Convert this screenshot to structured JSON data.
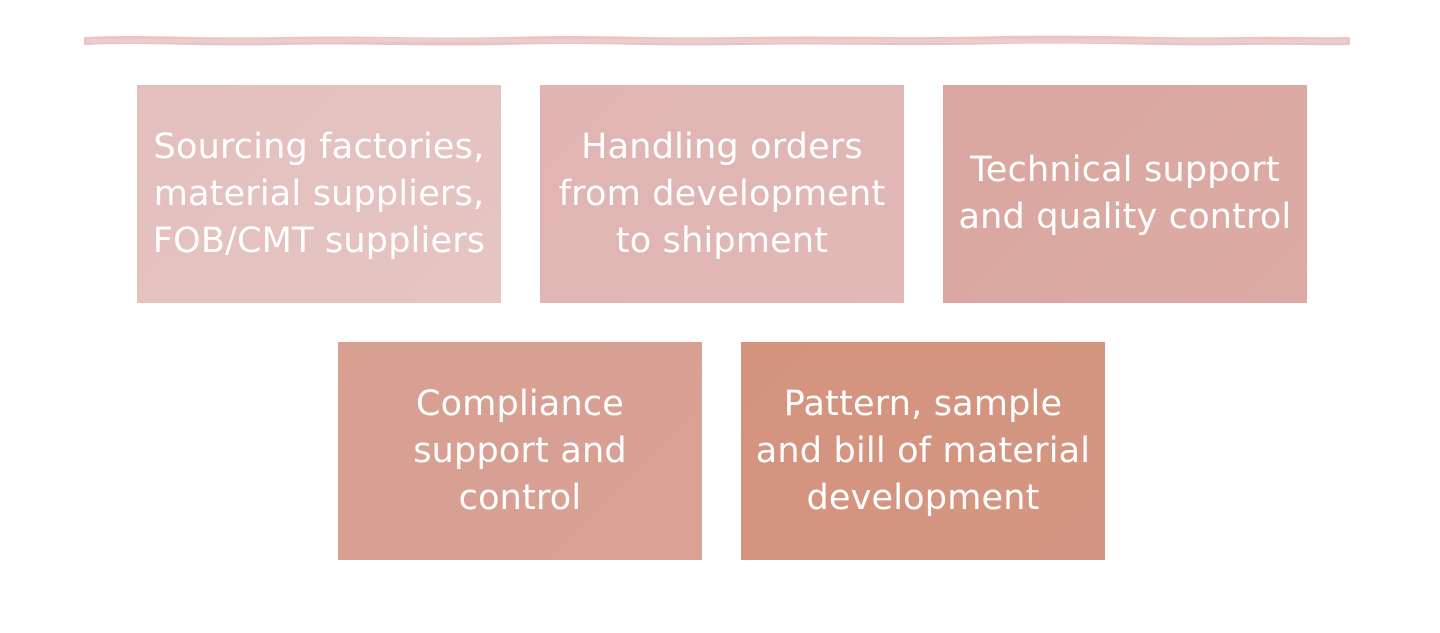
{
  "colors": {
    "line": "#e8c4c4",
    "box_1": "#e4c2bf",
    "box_2": "#e0b7b4",
    "box_3": "#daa9a1",
    "box_4": "#d8a093",
    "box_5": "#d49480",
    "text": "#ffffff"
  },
  "boxes": [
    {
      "label": "Sourcing factories,\nmaterial suppliers,\nFOB/CMT suppliers"
    },
    {
      "label": "Handling orders\nfrom development\nto shipment"
    },
    {
      "label": "Technical support\nand quality control"
    },
    {
      "label": "Compliance\nsupport and\ncontrol"
    },
    {
      "label": "Pattern, sample\nand bill of material\ndevelopment"
    }
  ]
}
